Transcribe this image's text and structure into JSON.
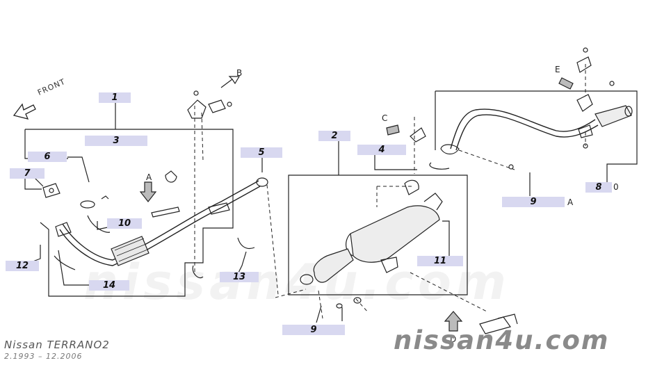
{
  "diagram": {
    "front_label": "FRONT",
    "model": "Nissan  TERRANO2",
    "period": "2.1993 – 12.2006",
    "watermark": "nissan4u.com",
    "faint_watermark": "nissan4u.com",
    "callouts": {
      "c1": "1",
      "c2": "2",
      "c3": "3",
      "c4": "4",
      "c5": "5",
      "c6": "6",
      "c7": "7",
      "c8": "8",
      "c9a": "9",
      "c9b": "9",
      "c10": "10",
      "c11": "11",
      "c12": "12",
      "c13": "13",
      "c14": "14"
    },
    "letters": {
      "a_top": "A",
      "a_right": "A",
      "b": "B",
      "c": "C",
      "d": "D",
      "e": "E",
      "zero": "0"
    },
    "colors": {
      "line": "#222222",
      "callout_bg": "#d8d8f0",
      "watermark": "#8a8a8a"
    }
  }
}
